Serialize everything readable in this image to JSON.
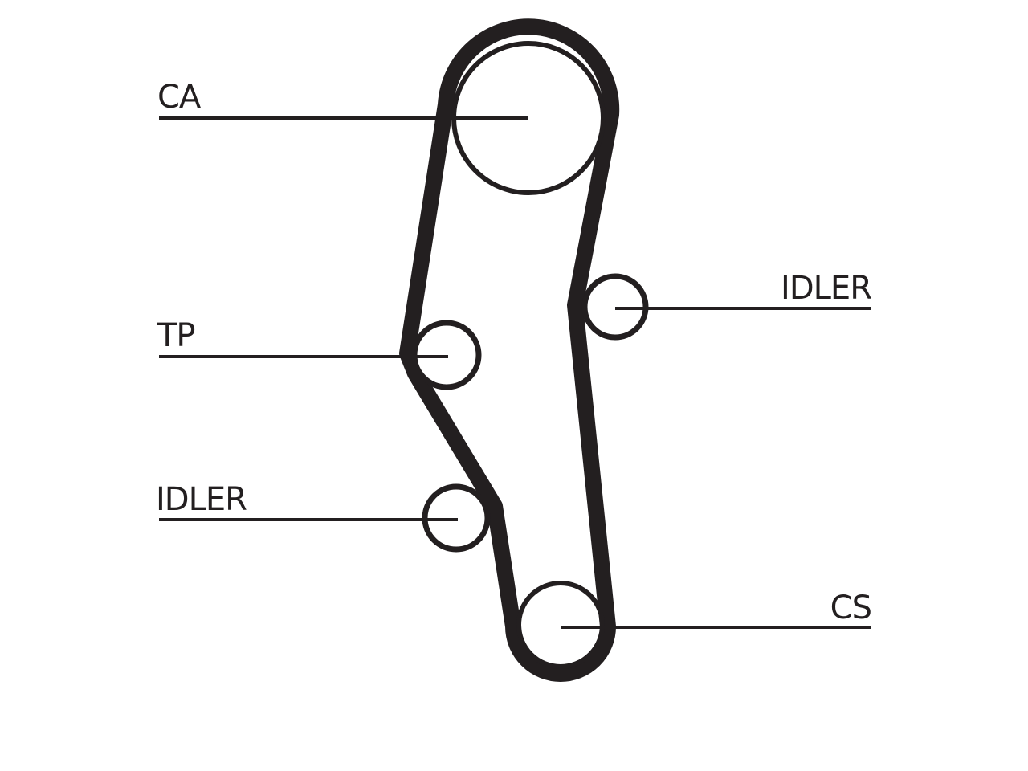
{
  "diagram": {
    "labels": {
      "camshaft": "CA",
      "tensioner": "TP",
      "idler_left": "IDLER",
      "idler_right": "IDLER",
      "crankshaft": "CS"
    },
    "colors": {
      "ink": "#231f20",
      "background": "#ffffff"
    }
  }
}
